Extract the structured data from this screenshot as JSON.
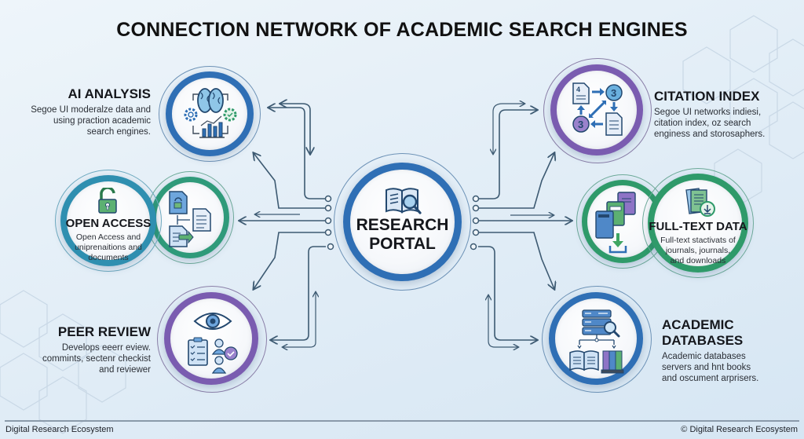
{
  "title": "CONNECTION NETWORK OF ACADEMIC SEARCH ENGINES",
  "hub": {
    "line1": "RESEARCH",
    "line2": "PORTAL",
    "icon": "book-magnifier-icon",
    "ring_color": "#2f6fb5"
  },
  "nodes": {
    "ai_analysis": {
      "title": "AI ANALYSIS",
      "desc": [
        "Segoe UI moderalze data and",
        "using praction academic",
        "search engines."
      ],
      "icon": "brain-gears-chart-icon",
      "ring_color": "#2f6fb5"
    },
    "open_access": {
      "title": "OPEN ACCESS",
      "desc": [
        "Open Access and",
        "uniprenaitions and",
        "documents"
      ],
      "icon": "open-lock-icon",
      "secondary_icon": "document-flow-icon",
      "ring_color": "#2f8fb0",
      "secondary_ring_color": "#2f9a7a"
    },
    "peer_review": {
      "title": "PEER REVIEW",
      "desc": [
        "Develops eeerr eview.",
        "commints, sectenr checkist",
        "and reviewer"
      ],
      "icon": "eye-checklist-reviewer-icon",
      "ring_color": "#7a5cb0"
    },
    "citation_index": {
      "title": "CITATION INDEX",
      "desc": [
        "Segoe UI networks indiesi,",
        "citation index, oz search",
        "enginess and storosaphers."
      ],
      "icon": "citation-cycle-icon",
      "ring_color": "#7a5cb0"
    },
    "full_text_data": {
      "title": "FULL-TEXT DATA",
      "desc": [
        "Full-text stactivats of",
        "journals, journals,",
        "and downloads"
      ],
      "icon": "journals-download-icon",
      "secondary_icon": "books-download-icon",
      "ring_color": "#2f9a6a"
    },
    "academic_databases": {
      "title_line1": "ACADEMIC",
      "title_line2": "DATABASES",
      "desc": [
        "Academic databases",
        "servers and hnt books",
        "and oscument arprisers."
      ],
      "icon": "server-books-icon",
      "ring_color": "#2f6fb5"
    }
  },
  "footer": {
    "left": "Digital Research Ecosystem",
    "right": "© Digital Research Ecosystem"
  },
  "colors": {
    "wire": "#3d5a72",
    "background": "#e3eef7",
    "blue_ring": "#2f6fb5",
    "purple_ring": "#7a5cb0",
    "green_ring": "#2f9a6a"
  }
}
